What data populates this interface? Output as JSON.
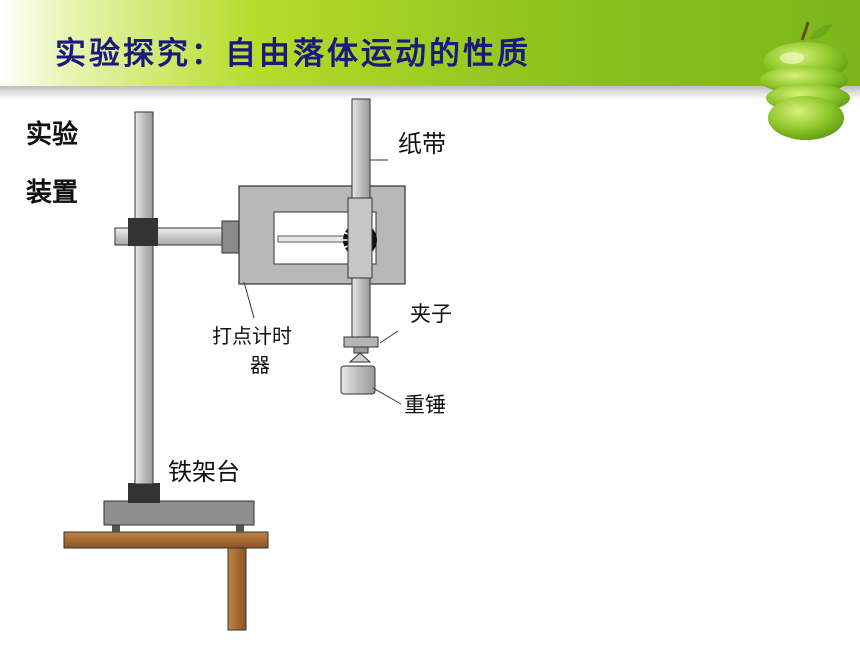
{
  "slide": {
    "title": "实验探究：自由落体运动的性质",
    "apparatus_label_line1": "实验",
    "apparatus_label_line2": "装置"
  },
  "diagram": {
    "labels": {
      "paper_tape": "纸带",
      "timer_line1": "打点计时",
      "timer_line2": "器",
      "clip": "夹子",
      "weight": "重锤",
      "iron_stand": "铁架台"
    }
  },
  "colors": {
    "title_text": "#1a1a7c",
    "header_green": "#8cc21c",
    "stand_rod": "#c8c8c8",
    "clamp_dark": "#333333",
    "table_wood": "#a0632e"
  }
}
